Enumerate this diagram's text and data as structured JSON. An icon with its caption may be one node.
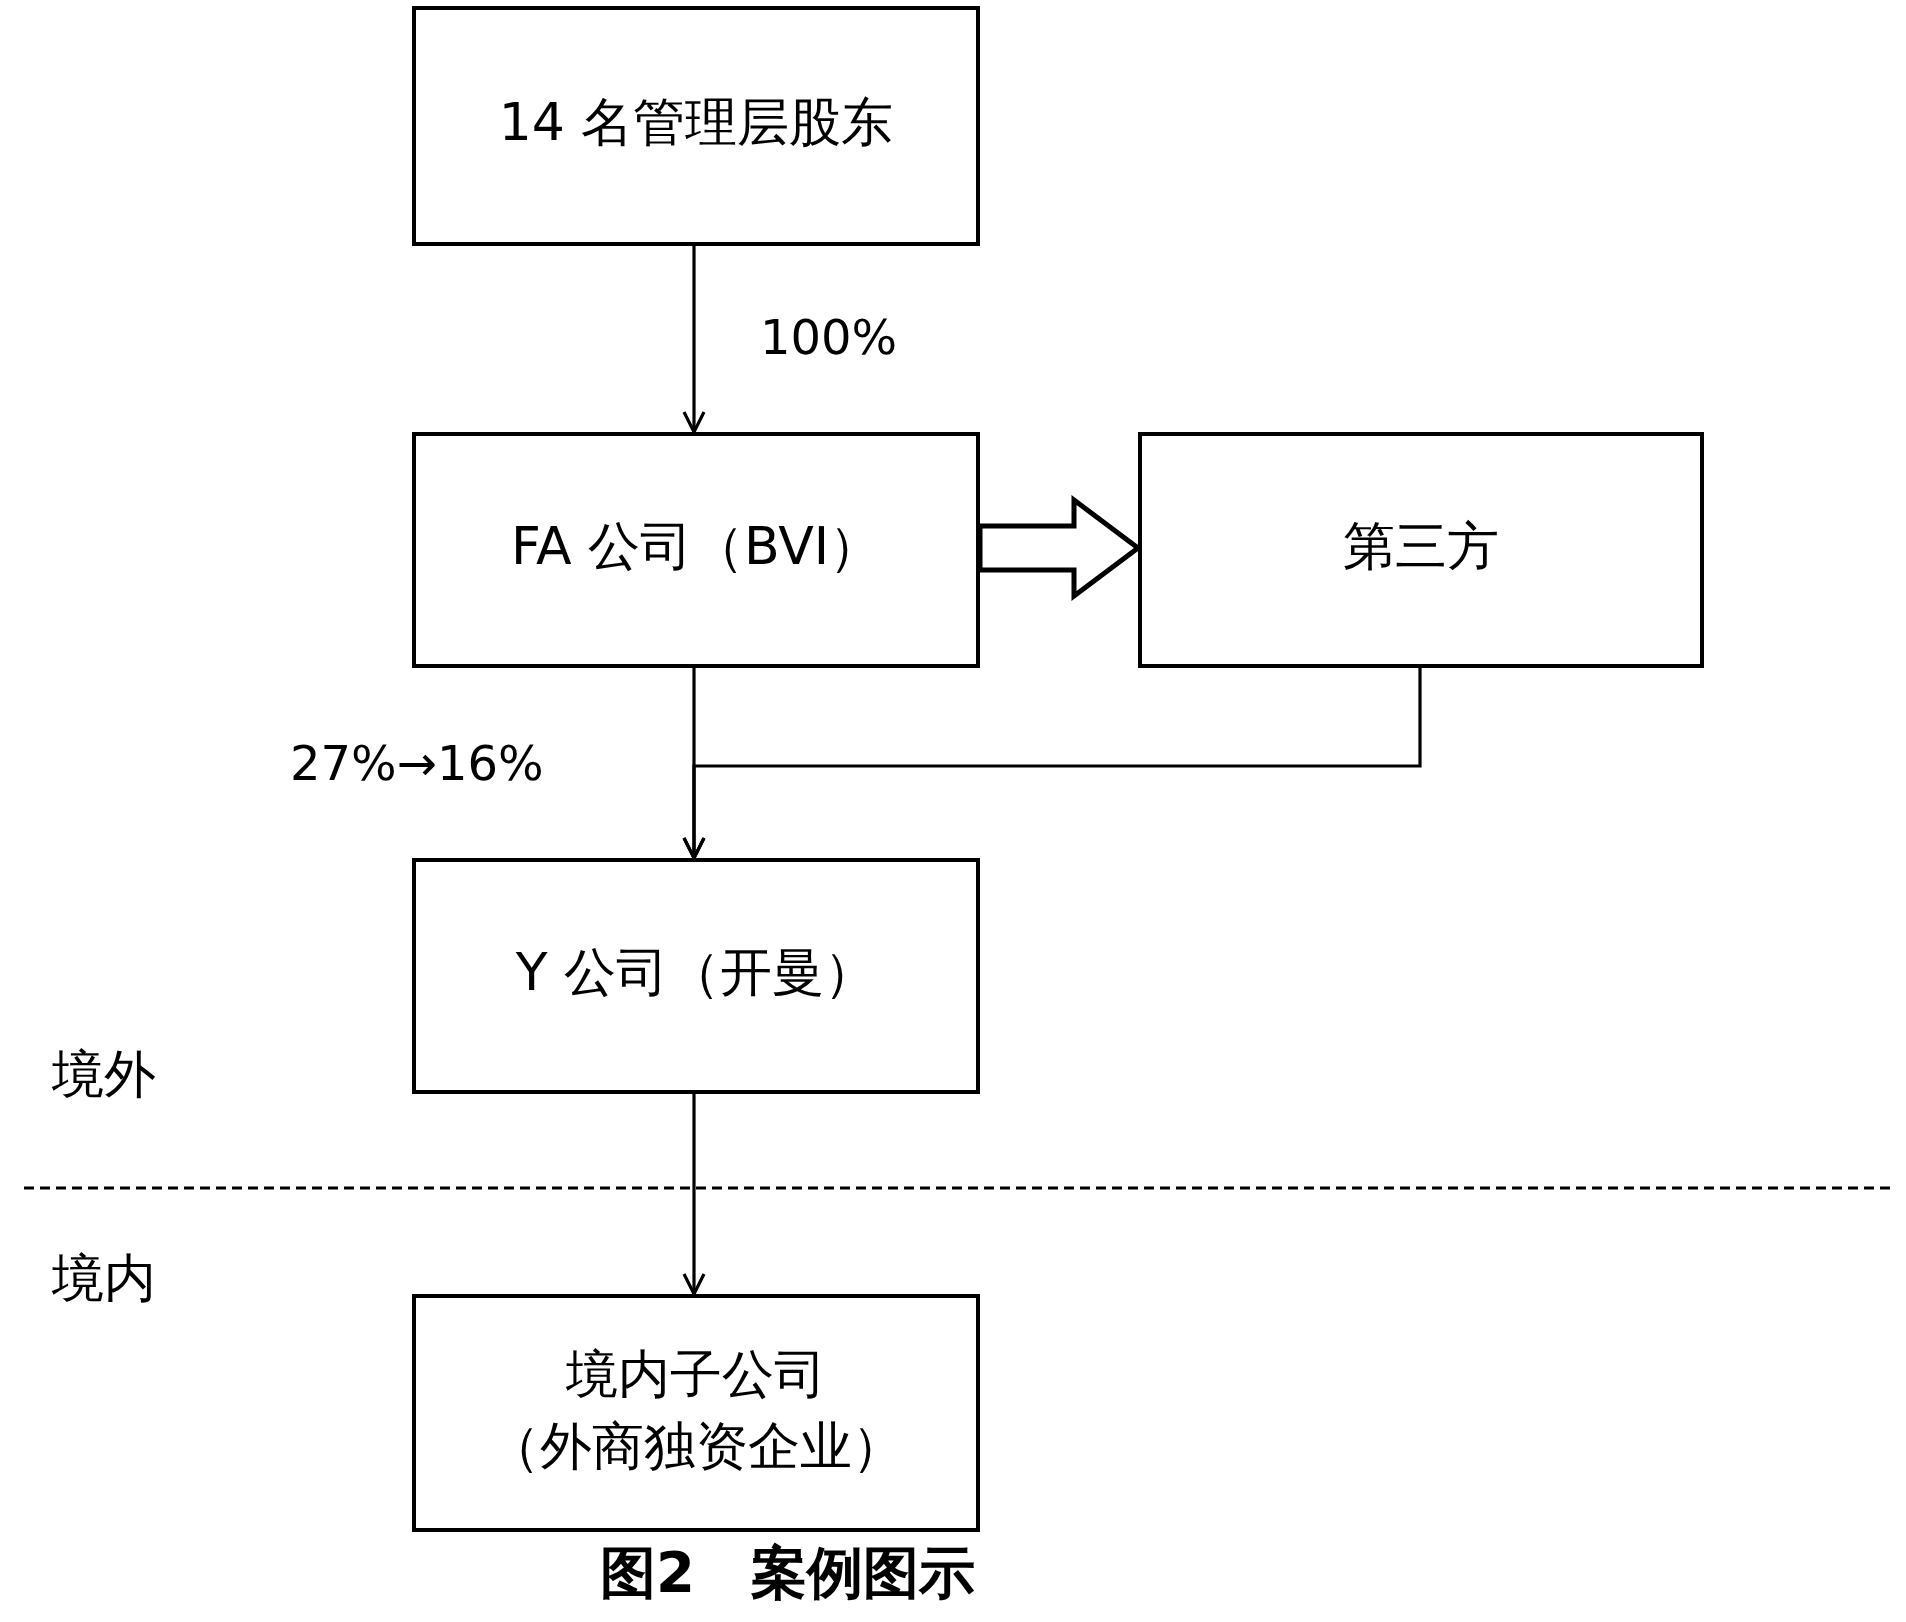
{
  "diagram": {
    "caption": "图2　案例图示",
    "nodes": [
      {
        "text": [
          "14 名管理层股东"
        ]
      },
      {
        "text": [
          "FA 公司（BVI）"
        ]
      },
      {
        "text": [
          "第三方"
        ]
      },
      {
        "text": [
          "Y 公司（开曼）"
        ]
      },
      {
        "text": [
          "境内子公司（外商独资企业）"
        ]
      }
    ],
    "edges": [
      {
        "from": 0,
        "to": 1,
        "arrow": "to",
        "label": "100%"
      },
      {
        "from": 1,
        "to": 2,
        "arrow": "to",
        "style": "thick"
      },
      {
        "from": 2,
        "to": 3,
        "arrow": "to"
      },
      {
        "from": 1,
        "to": 3,
        "arrow": "to",
        "label": "27%→16%"
      },
      {
        "from": 3,
        "to": 4,
        "arrow": "to"
      }
    ],
    "labels": [
      "境外",
      "境内"
    ]
  }
}
